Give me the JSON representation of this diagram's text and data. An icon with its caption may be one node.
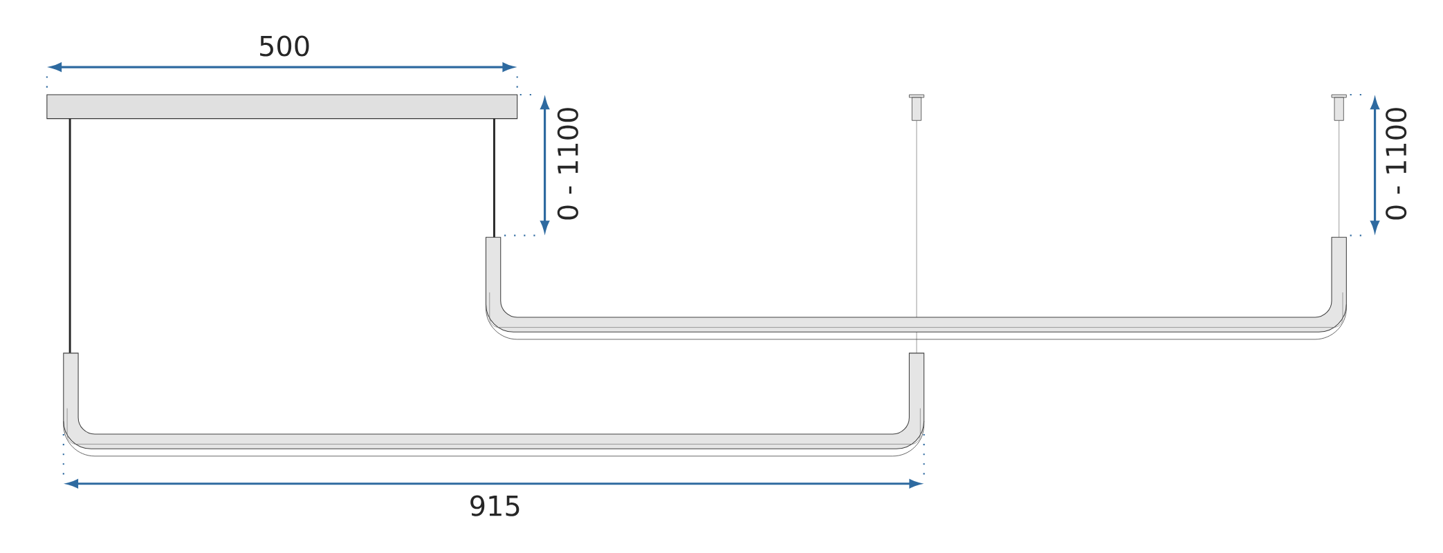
{
  "diagram": {
    "labels": [
      "500",
      "0 - 1100",
      "0 - 1100",
      "915"
    ]
  }
}
